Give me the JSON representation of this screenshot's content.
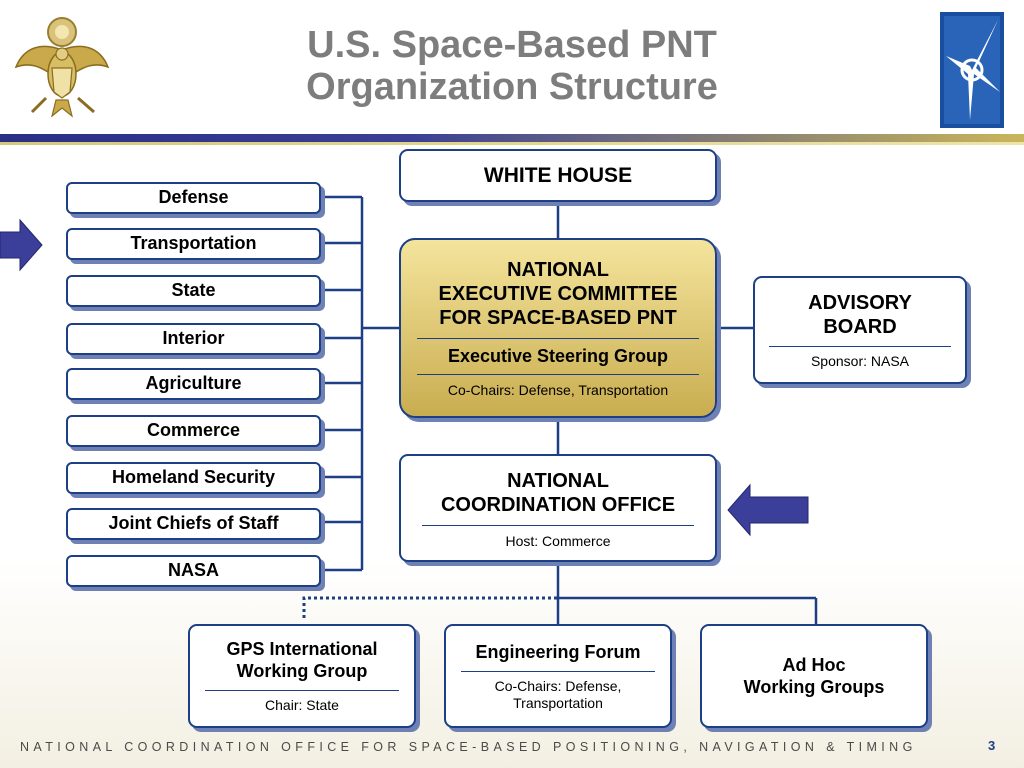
{
  "title": {
    "line1": "U.S. Space-Based PNT",
    "line2": "Organization Structure"
  },
  "agencies": [
    "Defense",
    "Transportation",
    "State",
    "Interior",
    "Agriculture",
    "Commerce",
    "Homeland Security",
    "Joint Chiefs of Staff",
    "NASA"
  ],
  "white_house": "WHITE HOUSE",
  "excom": {
    "line1": "NATIONAL",
    "line2": "EXECUTIVE COMMITTEE",
    "line3": "FOR SPACE-BASED PNT",
    "steering": "Executive Steering Group",
    "cochairs": "Co-Chairs: Defense, Transportation"
  },
  "advisory": {
    "line1": "ADVISORY",
    "line2": "BOARD",
    "sponsor": "Sponsor: NASA"
  },
  "nco": {
    "line1": "NATIONAL",
    "line2": "COORDINATION OFFICE",
    "host": "Host: Commerce"
  },
  "gps_wg": {
    "line1": "GPS International",
    "line2": "Working Group",
    "chair": "Chair: State"
  },
  "eng_forum": {
    "title": "Engineering Forum",
    "line1": "Co-Chairs: Defense,",
    "line2": "Transportation"
  },
  "adhoc": {
    "line1": "Ad Hoc",
    "line2": "Working Groups"
  },
  "footer": "NATIONAL COORDINATION OFFICE FOR SPACE-BASED POSITIONING, NAVIGATION & TIMING",
  "page_number": "3",
  "colors": {
    "navy": "#1c3f86",
    "title_gray": "#7d7d7d",
    "gold": "#c9ad50",
    "arrow": "#3b3f9a"
  },
  "icons": {
    "seal": "eagle-seal-icon",
    "logo": "star-compass-logo-icon"
  }
}
